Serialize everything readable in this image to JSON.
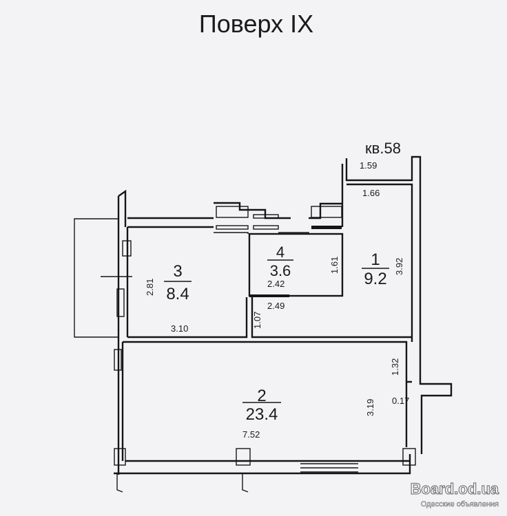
{
  "title": "Поверх IX",
  "apartment": "кв.58",
  "rooms": [
    {
      "number": "1",
      "area": "9.2"
    },
    {
      "number": "2",
      "area": "23.4"
    },
    {
      "number": "3",
      "area": "8.4"
    },
    {
      "number": "4",
      "area": "3.6"
    }
  ],
  "dimensions": {
    "balcony_width": "1.59",
    "room1_width": "1.66",
    "room1_length": "3.92",
    "room4_height": "1.61",
    "room4_width": "2.42",
    "hall_width": "2.49",
    "hall_height": "1.07",
    "room3_height": "2.81",
    "room3_width": "3.10",
    "room2_right_upper": "1.32",
    "room2_height": "3.19",
    "room2_offset": "0.17",
    "room2_width": "7.52"
  },
  "watermark": {
    "brand": "Board.od.ua",
    "tagline": "Одесские объявления"
  },
  "colors": {
    "ink": "#151515",
    "paper": "#f3f3f5"
  }
}
